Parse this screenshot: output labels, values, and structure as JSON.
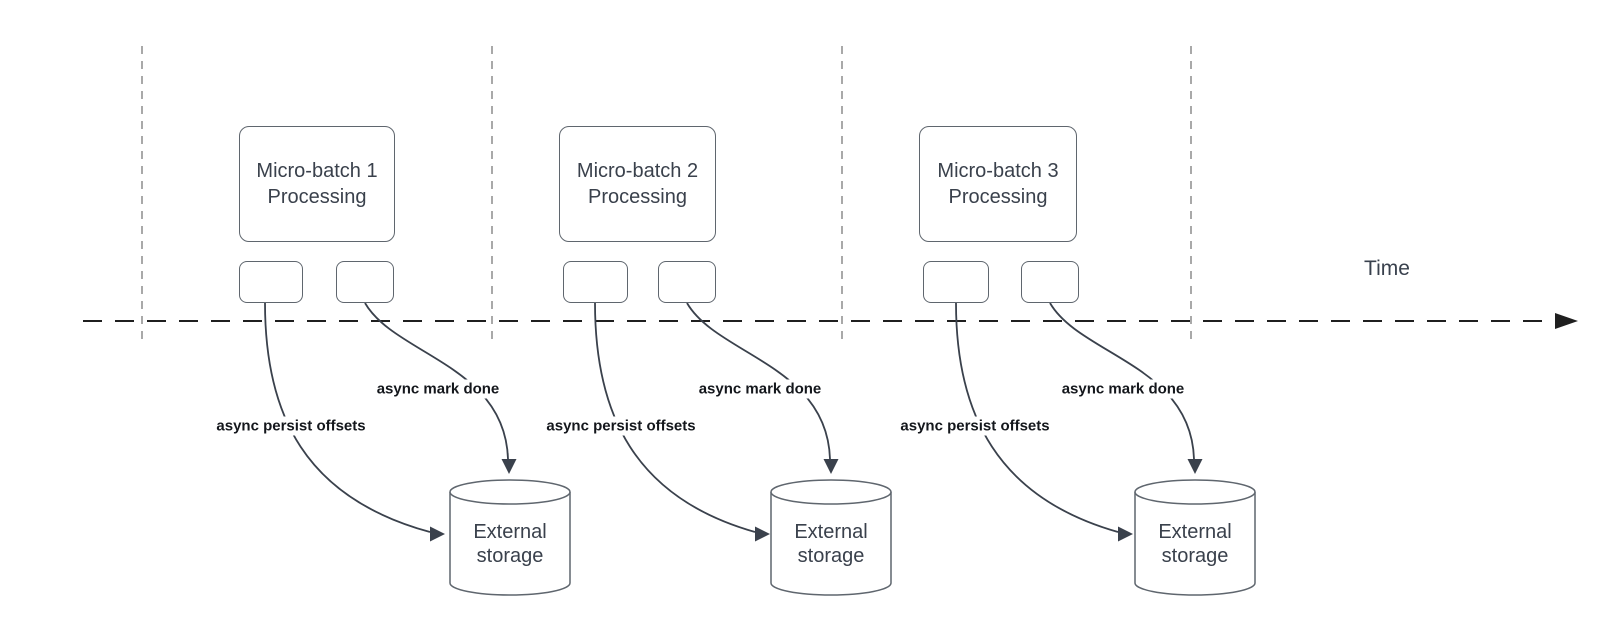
{
  "timeline": {
    "time_label": "Time"
  },
  "batches": [
    {
      "box_lines": [
        "Micro-batch 1",
        "Processing"
      ],
      "persist_label": "async persist offsets",
      "mark_done_label": "async mark done",
      "storage_lines": [
        "External",
        "storage"
      ]
    },
    {
      "box_lines": [
        "Micro-batch 2",
        "Processing"
      ],
      "persist_label": "async persist offsets",
      "mark_done_label": "async mark done",
      "storage_lines": [
        "External",
        "storage"
      ]
    },
    {
      "box_lines": [
        "Micro-batch 3",
        "Processing"
      ],
      "persist_label": "async persist offsets",
      "mark_done_label": "async mark done",
      "storage_lines": [
        "External",
        "storage"
      ]
    }
  ],
  "colors": {
    "background": "#ffffff",
    "shape_stroke": "#5f666e",
    "edge_stroke": "#3a414c",
    "axis_stroke": "#1f1f1f",
    "gridline_stroke": "#a9a9a9",
    "edge_label_text": "#14171c",
    "shape_text": "#3a414c"
  }
}
